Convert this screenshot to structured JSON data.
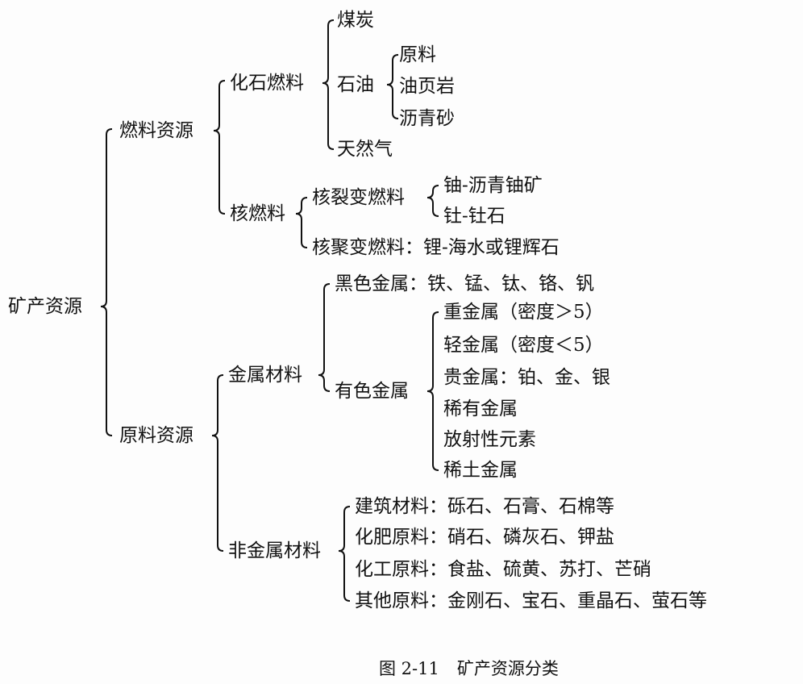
{
  "root": "矿产资源",
  "fuel": {
    "label": "燃料资源",
    "fossil": {
      "label": "化石燃料",
      "coal": "煤炭",
      "oil": {
        "label": "石油",
        "items": [
          "原料",
          "油页岩",
          "沥青砂"
        ]
      },
      "gas": "天然气"
    },
    "nuclear": {
      "label": "核燃料",
      "fission": {
        "label": "核裂变燃料",
        "items": [
          "铀-沥青铀矿",
          "钍-钍石"
        ]
      },
      "fusion": "核聚变燃料：锂-海水或锂辉石"
    }
  },
  "raw": {
    "label": "原料资源",
    "metal": {
      "label": "金属材料",
      "ferrous": "黑色金属：铁、锰、钛、铬、钒",
      "nonferrous": {
        "label": "有色金属",
        "items": [
          "重金属（密度＞5）",
          "轻金属（密度＜5）",
          "贵金属：铂、金、银",
          "稀有金属",
          "放射性元素",
          "稀土金属"
        ]
      }
    },
    "nonmetal": {
      "label": "非金属材料",
      "items": [
        "建筑材料：砾石、石膏、石棉等",
        "化肥原料：硝石、磷灰石、钾盐",
        "化工原料：食盐、硫黄、苏打、芒硝",
        "其他原料：金刚石、宝石、重晶石、萤石等"
      ]
    }
  },
  "caption": {
    "number": "图 2-11",
    "title": "矿产资源分类"
  }
}
